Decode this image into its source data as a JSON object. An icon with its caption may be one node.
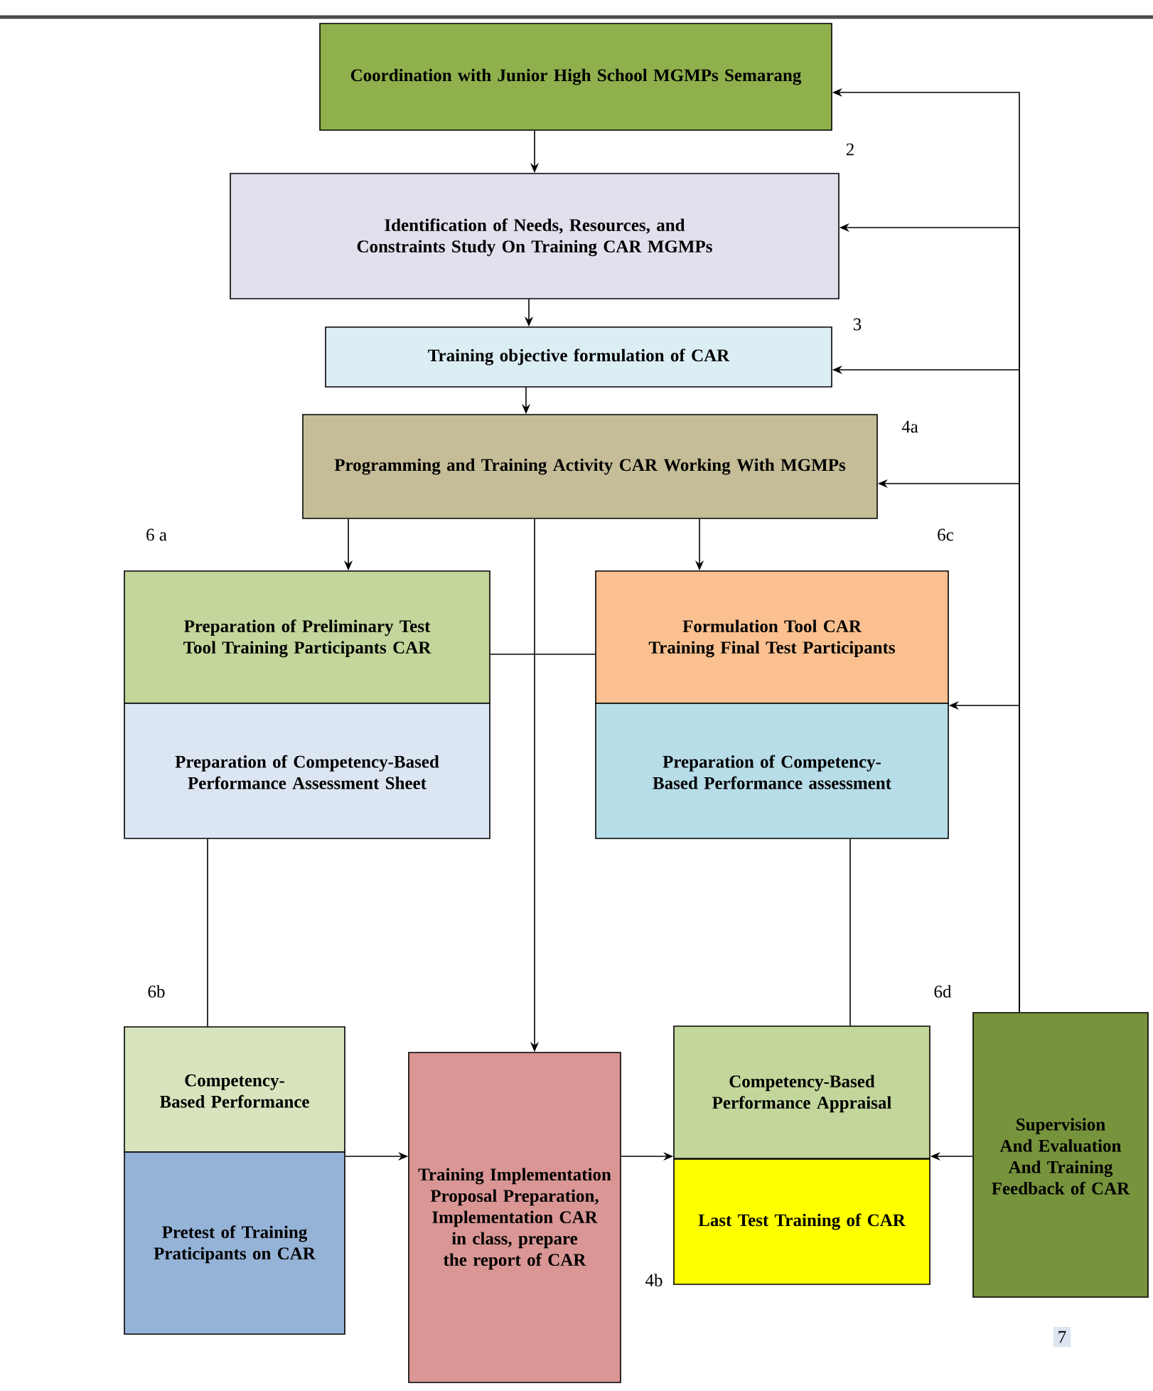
{
  "diagram": {
    "nodes": [
      {
        "text": [
          "Coordination with Junior High School MGMPs Semarang"
        ]
      },
      {
        "text": [
          "Identification of Needs, Resources, and Constraints Study On Training CAR MGMPs"
        ],
        "beside": [
          "2"
        ]
      },
      {
        "text": [
          "Training objective formulation of CAR"
        ],
        "beside": [
          "3"
        ]
      },
      {
        "text": [
          "Programming and Training Activity CAR Working With MGMPs"
        ],
        "beside": [
          "4a"
        ]
      },
      {
        "text": [
          "Preparation of Preliminary Test Tool Training Participants CAR"
        ],
        "beside": [
          "6 a"
        ]
      },
      {
        "text": [
          "Preparation of Competency-Based Performance Assessment Sheet"
        ]
      },
      {
        "text": [
          "Formulation Tool CAR Training Final Test Participants"
        ],
        "beside": [
          "6c"
        ]
      },
      {
        "text": [
          "Preparation of Competency-Based Performance assessment"
        ]
      },
      {
        "text": [
          "Competency-Based Performance"
        ],
        "beside": [
          "6b"
        ]
      },
      {
        "text": [
          "Pretest of Training Praticipants on CAR"
        ]
      },
      {
        "text": [
          "Training Implementation Proposal Preparation, Implementation CAR in class, prepare the report of CAR"
        ]
      },
      {
        "text": [
          "Competency-Based Performance Appraisal"
        ],
        "beside": [
          "6d"
        ]
      },
      {
        "text": [
          "Last Test Training of CAR"
        ],
        "beside": [
          "4b"
        ]
      },
      {
        "text": [
          "Supervision And Evaluation And Training Feedback of CAR"
        ],
        "beside": [
          "7"
        ]
      }
    ],
    "edges": [
      {
        "from": 0,
        "to": 1,
        "arrow": "to"
      },
      {
        "from": 1,
        "to": 2,
        "arrow": "to"
      },
      {
        "from": 2,
        "to": 3,
        "arrow": "to"
      },
      {
        "from": 3,
        "to": 4,
        "arrow": "to"
      },
      {
        "from": 3,
        "to": 6,
        "arrow": "to"
      },
      {
        "from": 3,
        "to": 10,
        "arrow": "to"
      },
      {
        "from": 4,
        "to": 6,
        "arrow": "none"
      },
      {
        "from": 5,
        "to": 8,
        "arrow": "none"
      },
      {
        "from": 7,
        "to": 11,
        "arrow": "none"
      },
      {
        "from": 9,
        "to": 10,
        "arrow": "to"
      },
      {
        "from": 10,
        "to": 12,
        "arrow": "to"
      },
      {
        "from": 13,
        "to": 12,
        "arrow": "to"
      },
      {
        "from": 13,
        "to": 0,
        "arrow": "to"
      },
      {
        "from": 13,
        "to": 1,
        "arrow": "to"
      },
      {
        "from": 13,
        "to": 2,
        "arrow": "to"
      },
      {
        "from": 13,
        "to": 3,
        "arrow": "to"
      },
      {
        "from": 13,
        "to": 6,
        "arrow": "to"
      }
    ]
  }
}
